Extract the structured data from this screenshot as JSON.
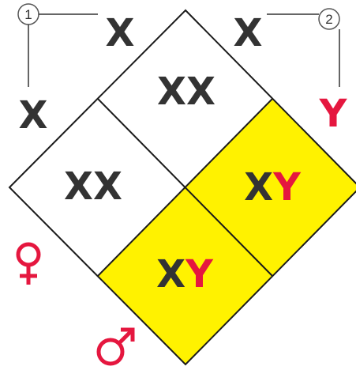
{
  "parents": {
    "p1": {
      "number": "1",
      "left": "X",
      "right": "X"
    },
    "p2": {
      "number": "2",
      "left": "X",
      "right": "Y"
    }
  },
  "cells": {
    "top": {
      "first": "X",
      "second": "X"
    },
    "left": {
      "first": "X",
      "second": "X"
    },
    "right": {
      "first": "X",
      "second": "Y"
    },
    "bottom": {
      "first": "X",
      "second": "Y"
    }
  },
  "symbols": {
    "female": "♀",
    "male": "♂"
  },
  "colors": {
    "x_chromosome": "#333333",
    "y_chromosome": "#e5173f",
    "male_cell_fill": "#fff200",
    "female_cell_fill": "#ffffff",
    "grid_line": "#1a1a1a",
    "sex_symbol": "#e5173f"
  }
}
